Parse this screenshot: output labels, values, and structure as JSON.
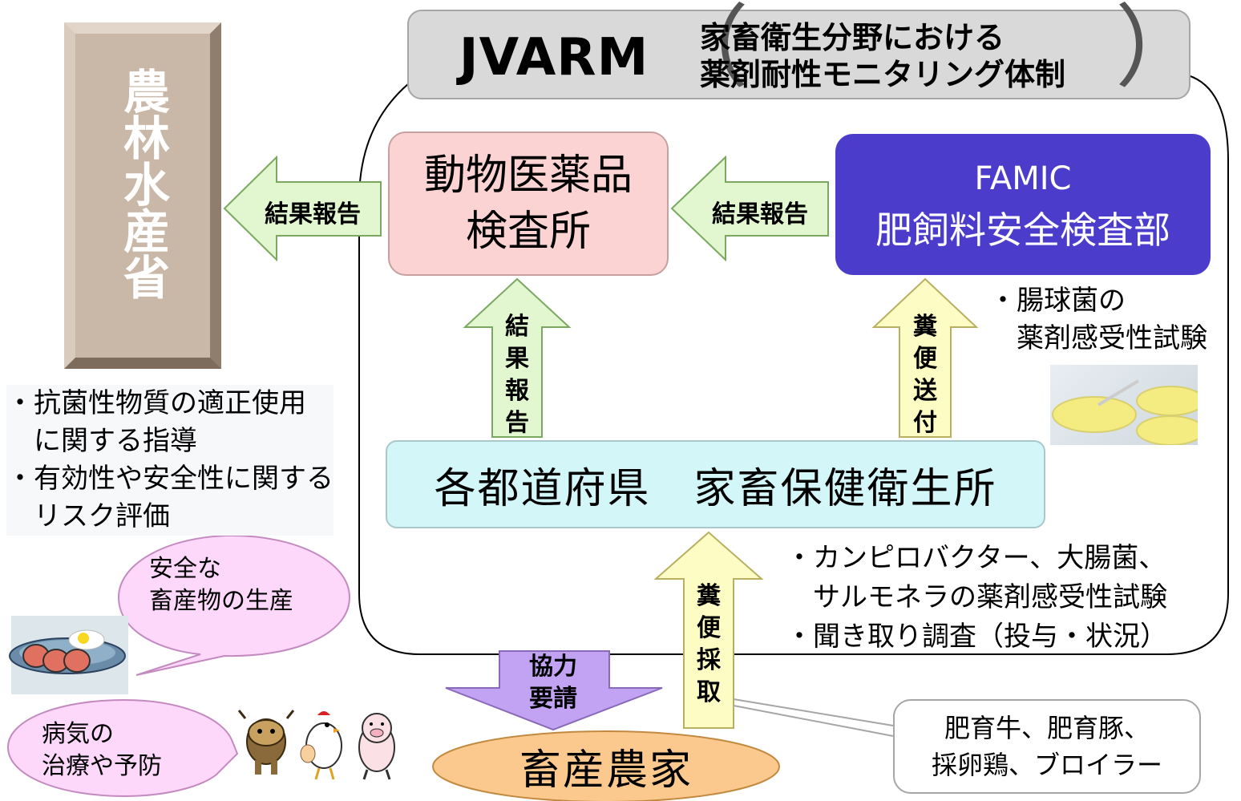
{
  "banner": {
    "title": "JVARM",
    "paren_open": "（",
    "paren_close": "）",
    "subtitle_line1": "家畜衛生分野における",
    "subtitle_line2": "薬剤耐性モニタリング体制"
  },
  "ministry": {
    "label": "農林水産省"
  },
  "nodes": {
    "nval_line1": "動物医薬品",
    "nval_line2": "検査所",
    "famic_line1": "FAMIC",
    "famic_line2": "肥飼料安全検査部",
    "prefecture": "各都道府県　家畜保健衛生所",
    "farm": "畜産農家"
  },
  "arrows": {
    "report_to_ministry": "結果報告",
    "report_to_nval": "結果報告",
    "report_up": [
      "結",
      "果",
      "報",
      "告"
    ],
    "feces_send": [
      "糞",
      "便",
      "送",
      "付"
    ],
    "feces_collect": [
      "糞",
      "便",
      "採",
      "取"
    ],
    "cooperation": [
      "協力",
      "要請"
    ]
  },
  "notes": {
    "famic_test": [
      "・腸球菌の",
      "　薬剤感受性試験"
    ],
    "ministry_roles": [
      "・抗菌性物質の適正使用",
      "　に関する指導",
      "・有効性や安全性に関する",
      "　リスク評価"
    ],
    "prefecture_tests": [
      "・カンピロバクター、大腸菌、",
      "　サルモネラの薬剤感受性試験",
      "・聞き取り調査（投与・状況）"
    ]
  },
  "bubbles": {
    "safe_food": [
      "安全な",
      "畜産物の生産"
    ],
    "disease": [
      "病気の",
      "治療や予防"
    ]
  },
  "callout": {
    "lines": [
      "肥育牛、肥育豚、",
      "採卵鶏、ブロイラー"
    ]
  },
  "colors": {
    "banner_bg": "#d9d9d9",
    "ministry_bg": "#c9b8a8",
    "nval_bg": "#fcd3d3",
    "famic_bg": "#4c3ccc",
    "prefecture_bg": "#d3f6f8",
    "farm_bg": "#fbc98e",
    "arrow_green": "#e2f6d0",
    "arrow_yellow": "#fcfcc4",
    "arrow_purple": "#c2a2f2",
    "bubble_pink": "#fdd8fa"
  },
  "icons": [
    "petri-dish-image",
    "food-plate-image",
    "cow-icon",
    "chicken-icon",
    "pig-icon"
  ]
}
